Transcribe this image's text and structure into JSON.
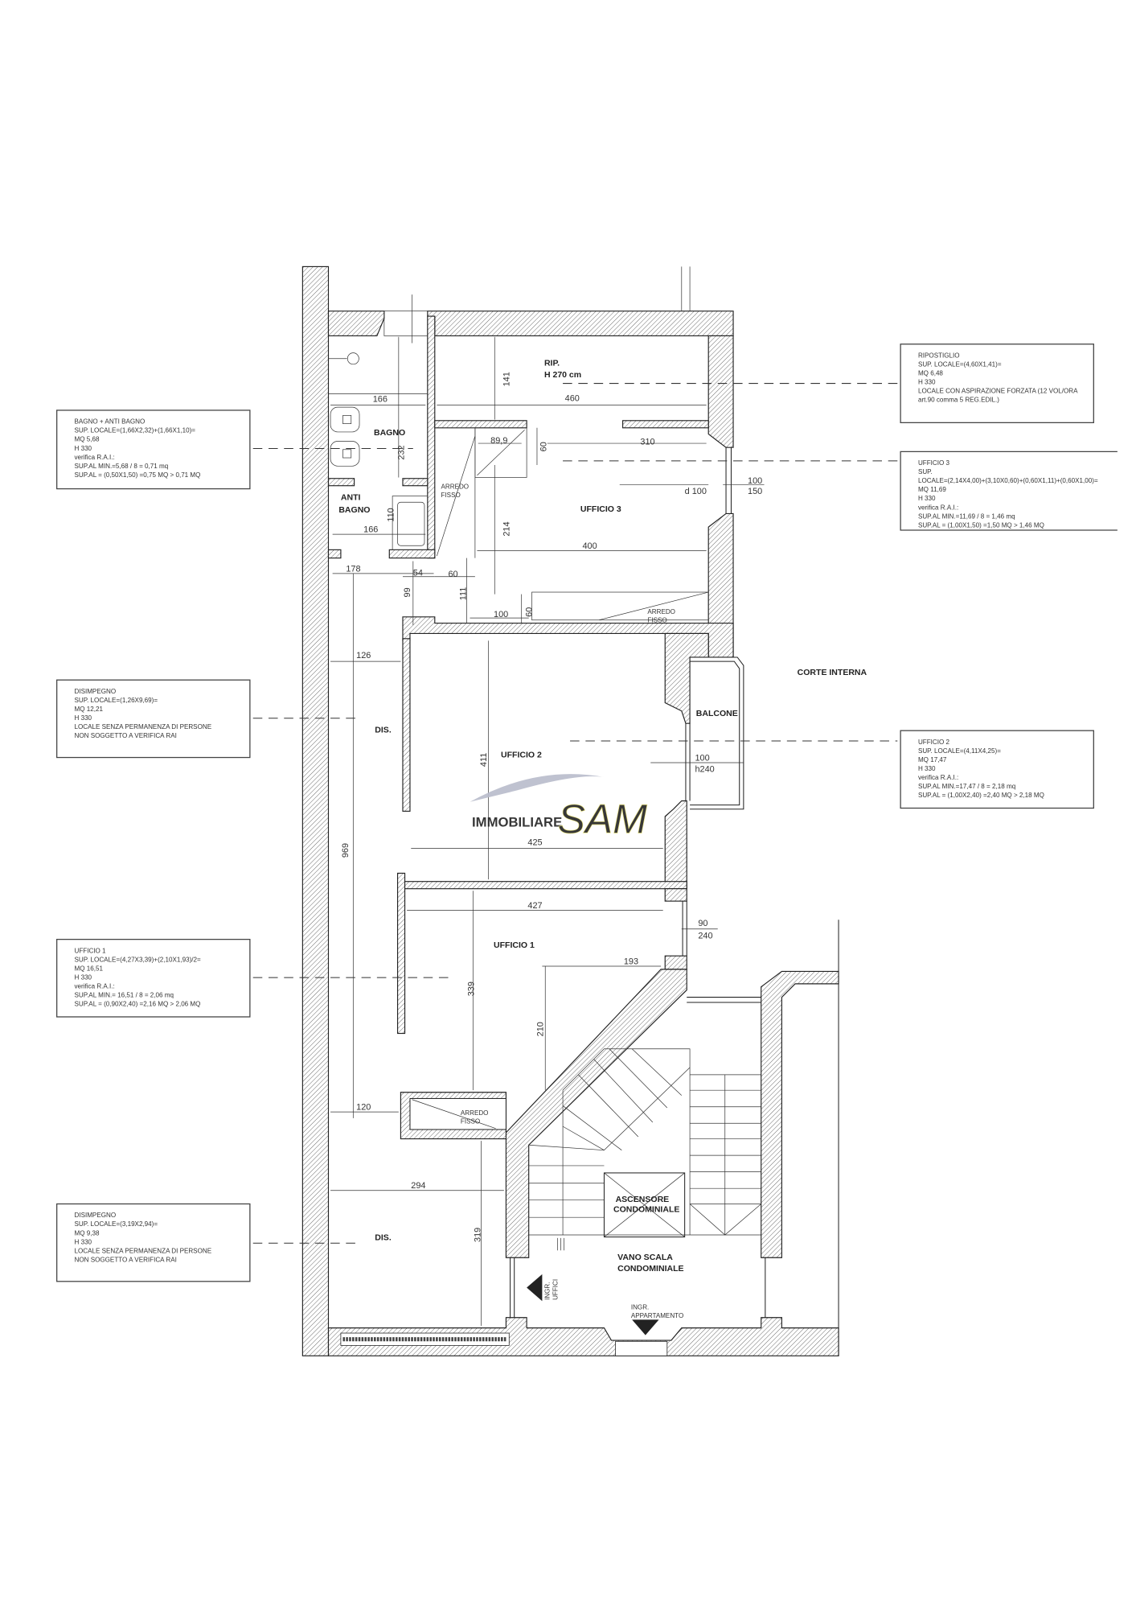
{
  "info_boxes": [
    {
      "id": "bagno",
      "lines": [
        "BAGNO + ANTI BAGNO",
        "SUP. LOCALE=(1,66X2,32)+(1,66X1,10)=",
        "MQ 5,68",
        "H 330",
        "verifica R.A.I.:",
        "SUP.AL MIN.=5,68 / 8 = 0,71 mq",
        "SUP.AL = (0,50X1,50) =0,75 MQ > 0,71 MQ"
      ]
    },
    {
      "id": "ripostiglio",
      "lines": [
        "RIPOSTIGLIO",
        "SUP. LOCALE=(4,60X1,41)=",
        "MQ 6,48",
        "H 330",
        "LOCALE CON ASPIRAZIONE FORZATA (12 VOL/ORA",
        "art.90 comma 5 REG.EDIL.)"
      ]
    },
    {
      "id": "ufficio3",
      "lines": [
        "UFFICIO 3",
        "SUP.",
        "LOCALE=(2,14X4,00)+(3,10X0,60)+(0,60X1,11)+(0,60X1,00)=",
        "MQ 11,69",
        "H 330",
        "verifica R.A.I.:",
        "SUP.AL MIN.=11,69 / 8 = 1,46 mq",
        "SUP.AL = (1,00X1,50) =1,50 MQ > 1,46 MQ"
      ]
    },
    {
      "id": "disimpegno1",
      "lines": [
        "DISIMPEGNO",
        "SUP. LOCALE=(1,26X9,69)=",
        "MQ 12,21",
        "H 330",
        "LOCALE SENZA PERMANENZA DI PERSONE",
        "NON SOGGETTO A VERIFICA RAI"
      ]
    },
    {
      "id": "ufficio2",
      "lines": [
        "UFFICIO 2",
        "SUP. LOCALE=(4,11X4,25)=",
        "MQ 17,47",
        "H 330",
        "verifica R.A.I.:",
        "SUP.AL MIN.=17,47 / 8 = 2,18 mq",
        "SUP.AL = (1,00X2,40) =2,40 MQ > 2,18 MQ"
      ]
    },
    {
      "id": "ufficio1",
      "lines": [
        "UFFICIO 1",
        "SUP. LOCALE=(4,27X3,39)+(2,10X1,93)/2=",
        "MQ 16,51",
        "H 330",
        "verifica R.A.I.:",
        "SUP.AL MIN.= 16,51 / 8 = 2,06 mq",
        "SUP.AL = (0,90X2,40) =2,16 MQ > 2,06 MQ"
      ]
    },
    {
      "id": "disimpegno2",
      "lines": [
        "DISIMPEGNO",
        "SUP. LOCALE=(3,19X2,94)=",
        "MQ 9,38",
        "H 330",
        "LOCALE SENZA PERMANENZA DI PERSONE",
        "NON SOGGETTO A VERIFICA RAI"
      ]
    }
  ],
  "rooms": {
    "bagno": "BAGNO",
    "anti": "ANTI",
    "anti_bagno": "BAGNO",
    "rip": "RIP.",
    "rip_h": "H 270 cm",
    "ufficio3": "UFFICIO 3",
    "corte": "CORTE INTERNA",
    "balcone": "BALCONE",
    "dis1": "DIS.",
    "ufficio2": "UFFICIO 2",
    "ufficio1": "UFFICIO 1",
    "dis2": "DIS.",
    "ascensore_1": "ASCENSORE",
    "ascensore_2": "CONDOMINIALE",
    "vano_1": "VANO SCALA",
    "vano_2": "CONDOMINIALE",
    "ingr_app_1": "INGR.",
    "ingr_app_2": "APPARTAMENTO",
    "ingr_uff_1": "INGR.",
    "ingr_uff_2": "UFFICI"
  },
  "fixtures": {
    "arredo": "ARREDO",
    "fisso": "FISSO"
  },
  "dimensions": [
    "166",
    "232",
    "141",
    "460",
    "89,9",
    "60",
    "310",
    "110",
    "166",
    "214",
    "400",
    "54",
    "60",
    "178",
    "99",
    "111",
    "100",
    "60",
    "d 100",
    "100",
    "150",
    "126",
    "969",
    "411",
    "100",
    "h240",
    "425",
    "427",
    "90",
    "240",
    "193",
    "339",
    "210",
    "120",
    "294",
    "319"
  ],
  "watermark": {
    "brand": "IMMOBILIARE",
    "name": "SAM",
    "color_brand": "#9a9fb4",
    "color_name": "#f3ef9a"
  }
}
